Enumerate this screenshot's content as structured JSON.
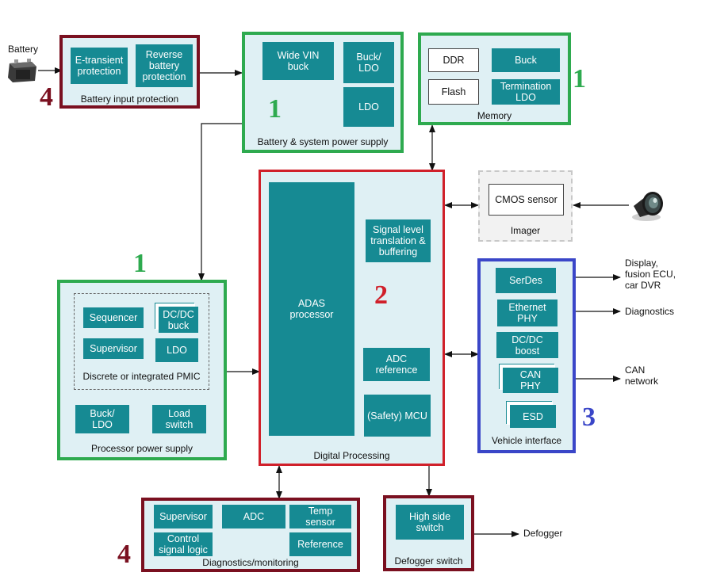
{
  "colors": {
    "block": "#168a93",
    "group_fill": "#dff0f4",
    "power_border": "#2eaa4f",
    "processing_border": "#d0202a",
    "protection_border": "#7a1020",
    "interface_border": "#3a46c8",
    "num1": "#2eaa4f",
    "num2": "#d0202a",
    "num3": "#3a46c8",
    "num4": "#7a1020"
  },
  "groups": {
    "battery_input": {
      "label": "Battery input protection",
      "blocks": [
        "E-transient\nprotection",
        "Reverse\nbattery\nprotection"
      ],
      "number": "4"
    },
    "system_power": {
      "label": "Battery & system power supply",
      "blocks": [
        "Wide VIN\nbuck",
        "Buck/\nLDO",
        "LDO"
      ],
      "number": "1"
    },
    "memory": {
      "label": "Memory",
      "blocks": [
        "DDR",
        "Flash",
        "Buck",
        "Termination\nLDO"
      ],
      "number": "1"
    },
    "imager": {
      "label": "Imager",
      "blocks": [
        "CMOS sensor"
      ]
    },
    "processor_power": {
      "label": "Processor power supply",
      "pmic_label": "Discrete or integrated PMIC",
      "blocks": [
        "Sequencer",
        "DC/DC\nbuck",
        "Supervisor",
        "LDO",
        "Buck/\nLDO",
        "Load\nswitch"
      ],
      "number": "1"
    },
    "digital": {
      "label": "Digital Processing",
      "blocks": [
        "ADAS\nprocessor",
        "Signal level\ntranslation &\nbuffering",
        "ADC\nreference",
        "(Safety) MCU"
      ],
      "number": "2"
    },
    "vehicle": {
      "label": "Vehicle interface",
      "blocks": [
        "SerDes",
        "Ethernet\nPHY",
        "DC/DC\nboost",
        "CAN\nPHY",
        "ESD"
      ],
      "number": "3"
    },
    "diagnostics": {
      "label": "Diagnostics/monitoring",
      "blocks": [
        "Supervisor",
        "ADC",
        "Temp\nsensor",
        "Control\nsignal logic",
        "Reference"
      ],
      "number": "4"
    },
    "defogger": {
      "label": "Defogger switch",
      "blocks": [
        "High side\nswitch"
      ]
    }
  },
  "external": {
    "battery": "Battery",
    "display": "Display,\nfusion ECU,\ncar DVR",
    "diagnostics": "Diagnostics",
    "can": "CAN\nnetwork",
    "defogger": "Defogger"
  },
  "icons": [
    "battery-icon",
    "camera-lens-icon"
  ]
}
